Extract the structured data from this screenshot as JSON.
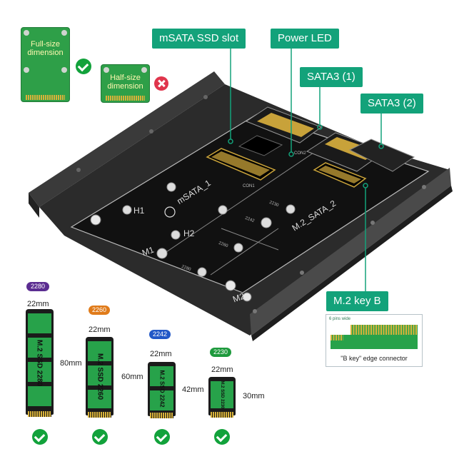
{
  "cards": {
    "full_size_label": "Full-size dimension",
    "half_size_label": "Half-size dimension"
  },
  "callouts": {
    "msata_slot": "mSATA SSD slot",
    "power_led": "Power LED",
    "sata3_1": "SATA3  (1)",
    "sata3_2": "SATA3  (2)",
    "m2_key_b": "M.2 key B"
  },
  "board": {
    "label_msata": "mSATA_1",
    "label_m2": "M.2_SATA_2",
    "label_h1": "H1",
    "label_h2": "H2",
    "label_m1": "M1",
    "label_m2_hole": "M2",
    "label_conn": "CON1",
    "label_con2": "CON2",
    "size_2230": "2230",
    "size_2242": "2242",
    "size_2260": "2260",
    "size_2280": "2280"
  },
  "edge_connector": {
    "pins_label": "6 pins wide",
    "caption": "\"B key\"  edge connector"
  },
  "ssd_sizes": [
    {
      "badge": "2280",
      "width": "22mm",
      "height": "80mm",
      "label": "M.2 SSD 2280",
      "badge_color": "#5b2d91"
    },
    {
      "badge": "2260",
      "width": "22mm",
      "height": "60mm",
      "label": "M.2 SSD 2260",
      "badge_color": "#e07b1a"
    },
    {
      "badge": "2242",
      "width": "22mm",
      "height": "42mm",
      "label": "M.2 SSD 2242",
      "badge_color": "#2258c7"
    },
    {
      "badge": "2230",
      "width": "22mm",
      "height": "30mm",
      "label": "M.2 SSD 2230",
      "badge_color": "#1e9a3d"
    }
  ],
  "colors": {
    "accent": "#13a27a",
    "pcb_green": "#27a24a",
    "check_green": "#12a23b",
    "cross_red": "#e0354c",
    "bracket": "#2a2a2a"
  }
}
